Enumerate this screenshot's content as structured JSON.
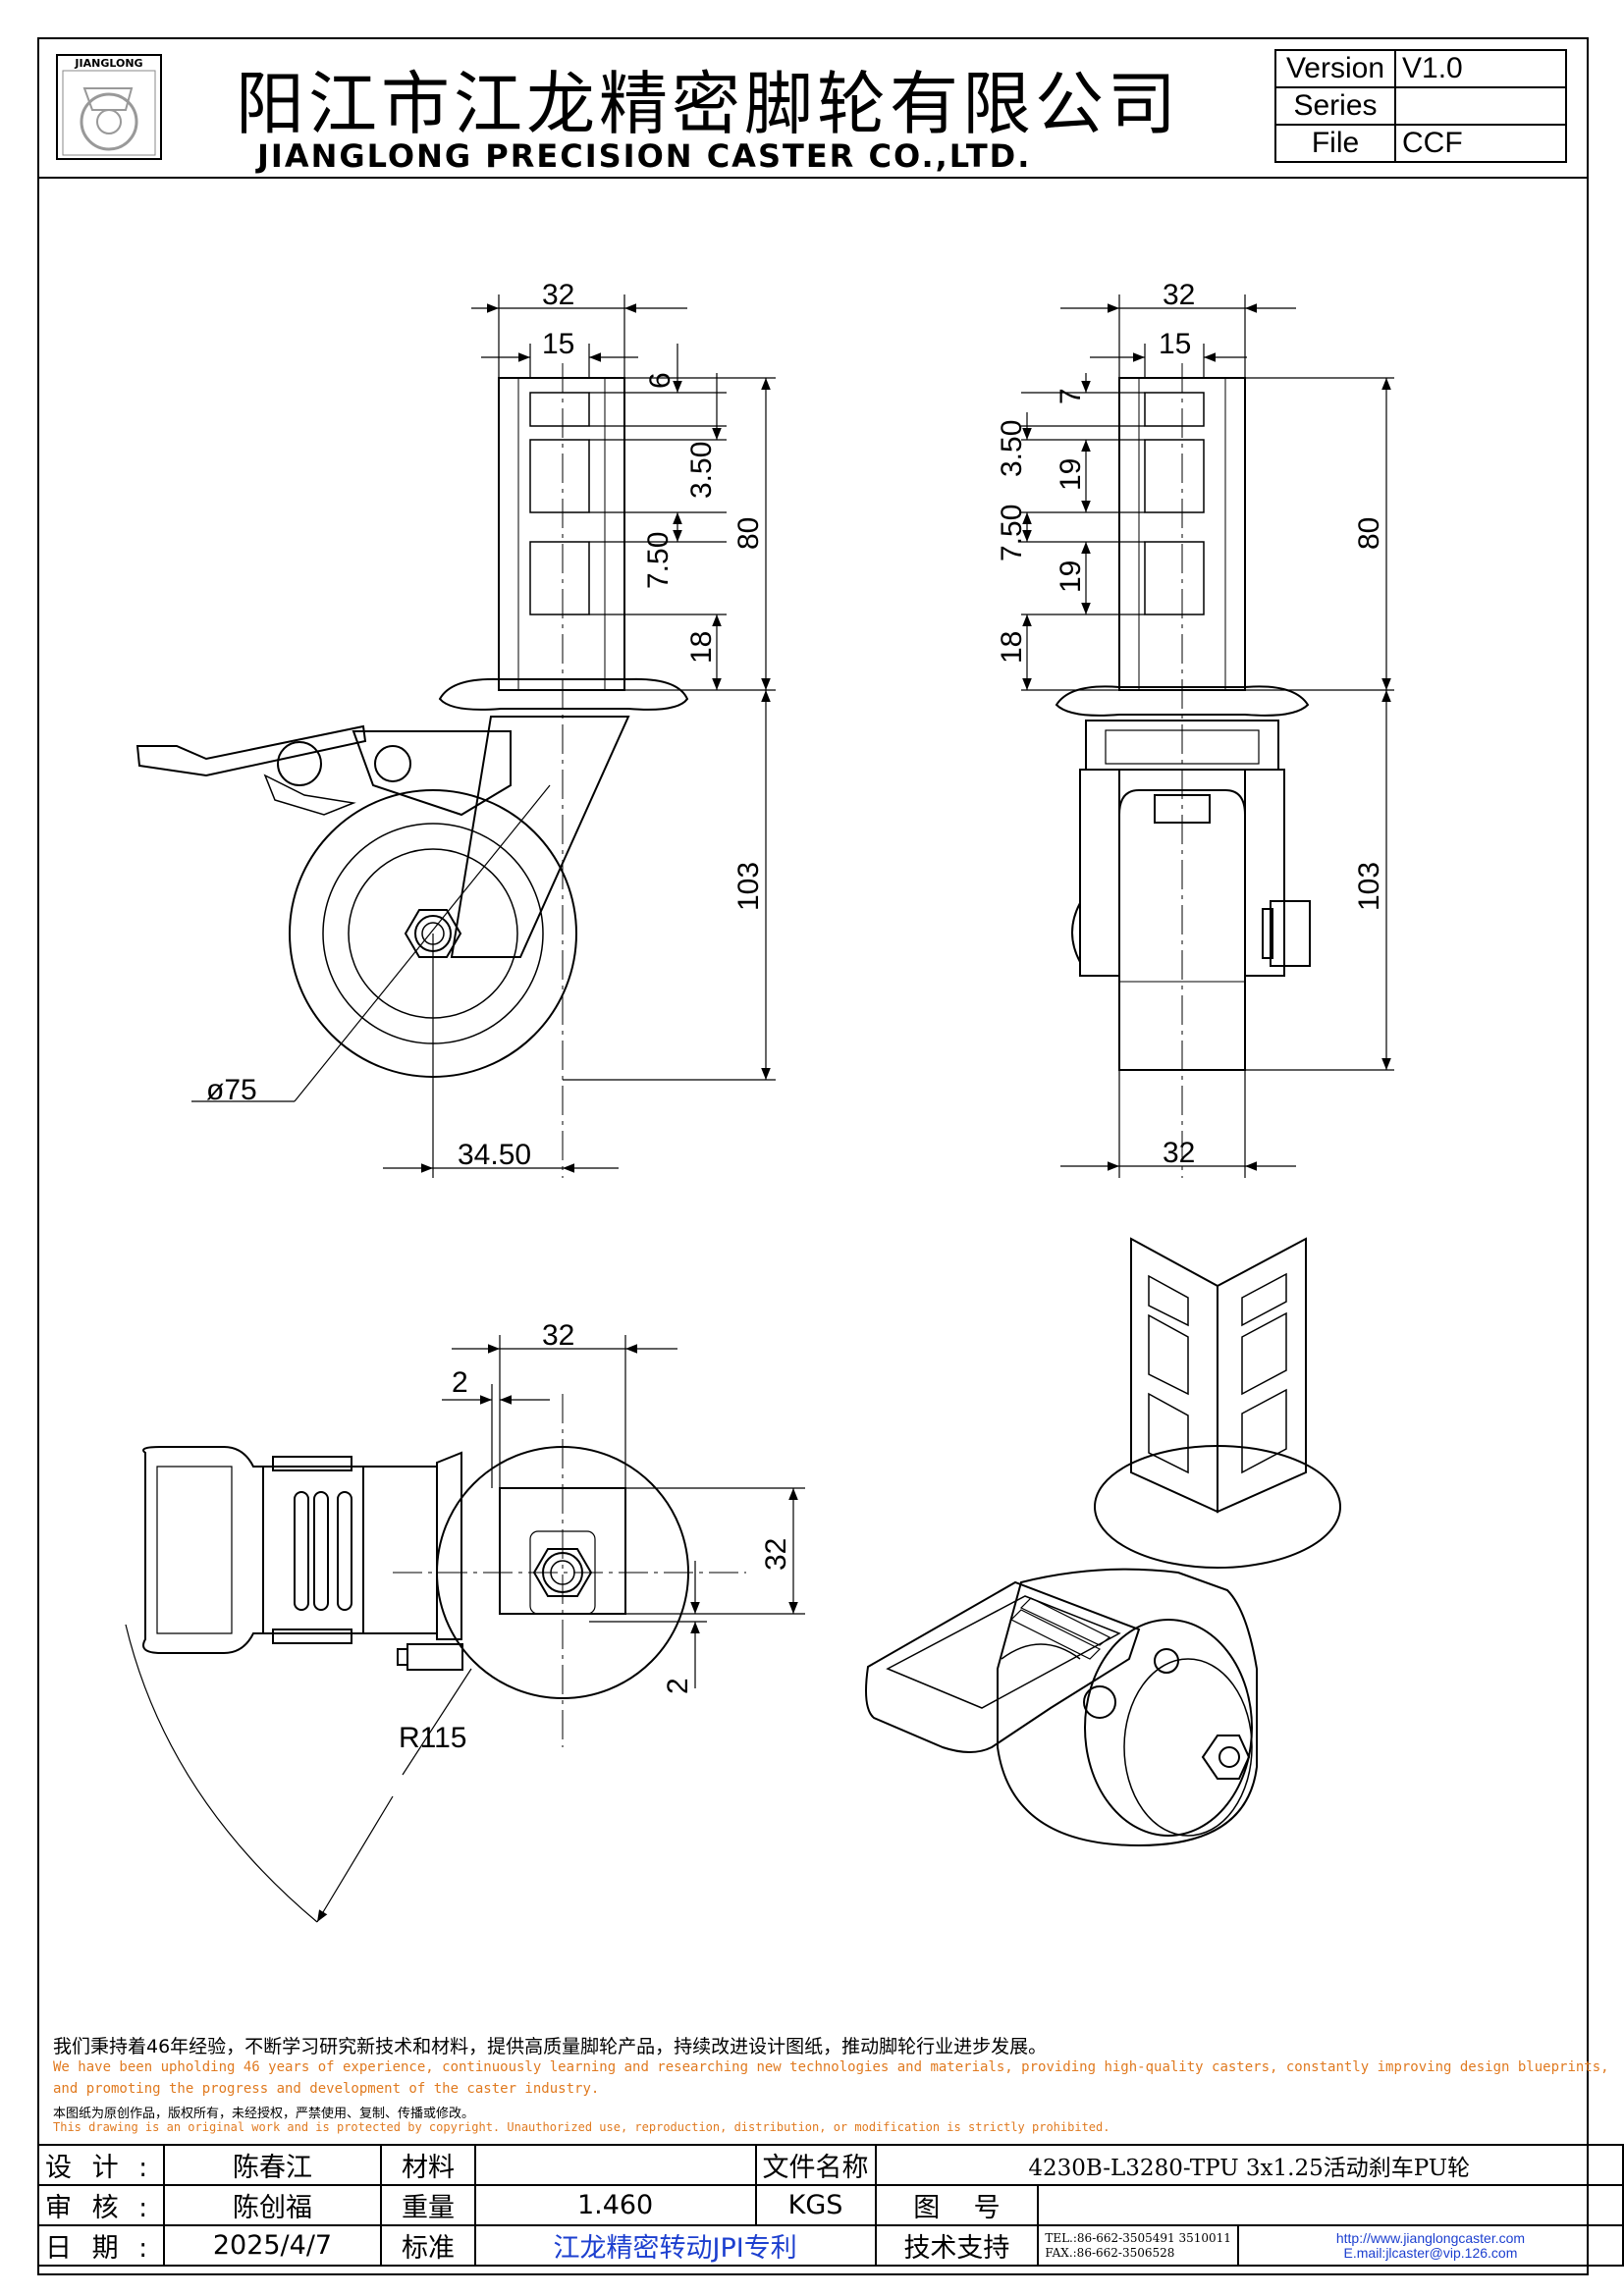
{
  "header": {
    "logo_text": "JIANGLONG",
    "company_cn": "阳江市江龙精密脚轮有限公司",
    "company_en": "JIANGLONG PRECISION CASTER CO.,LTD.",
    "version_label": "Version",
    "version_value": "V1.0",
    "series_label": "Series",
    "series_value": "",
    "file_label": "File",
    "file_value": "CCF"
  },
  "dimensions": {
    "front_top_width": "32",
    "front_inner_width": "15",
    "front_slot_6": "6",
    "front_slot_350": "3.50",
    "front_height_80": "80",
    "front_slot_750": "7.50",
    "front_slot_18": "18",
    "front_height_103": "103",
    "wheel_dia": "ø75",
    "offset": "34.50",
    "side_top_width": "32",
    "side_inner_width": "15",
    "side_slot_7": "7",
    "side_slot_350": "3.50",
    "side_slot_19a": "19",
    "side_slot_750": "7.50",
    "side_slot_19b": "19",
    "side_slot_18": "18",
    "side_height_80": "80",
    "side_height_103": "103",
    "side_bottom_width": "32",
    "top_width": "32",
    "top_gap": "2",
    "top_height": "32",
    "top_gap_b": "2",
    "swivel_radius": "R115"
  },
  "notes": {
    "line1": "我们秉持着46年经验，不断学习研究新技术和材料，提供高质量脚轮产品，持续改进设计图纸，推动脚轮行业进步发展。",
    "line2": "We have been upholding 46 years of experience, continuously learning and researching new technologies and materials, providing high-quality casters, constantly improving design blueprints,",
    "line3": "and promoting the progress and development of the caster industry.",
    "line4": "本图纸为原创作品，版权所有，未经授权，严禁使用、复制、传播或修改。",
    "line5": "This drawing is an original work and is protected by copyright. Unauthorized use, reproduction, distribution, or modification is strictly prohibited."
  },
  "title_block": {
    "design_label": "设 计 :",
    "design_value": "陈春江",
    "material_label": "材料",
    "material_value": "",
    "filename_label": "文件名称",
    "filename_value": "4230B-L3280-TPU 3x1.25活动刹车PU轮",
    "review_label": "审 核 :",
    "review_value": "陈创福",
    "weight_label": "重量",
    "weight_value": "1.460",
    "weight_unit": "KGS",
    "drawing_no_label": "图    号",
    "drawing_no_value": "",
    "date_label": "日 期 :",
    "date_value": "2025/4/7",
    "standard_label": "标准",
    "standard_value": "江龙精密转动JPI专利",
    "support_label": "技术支持",
    "tel": "TEL.:86-662-3505491 3510011",
    "fax": "FAX.:86-662-3506528",
    "web": "http://www.jianglongcaster.com",
    "email": "E.mail:jlcaster@vip.126.com"
  }
}
